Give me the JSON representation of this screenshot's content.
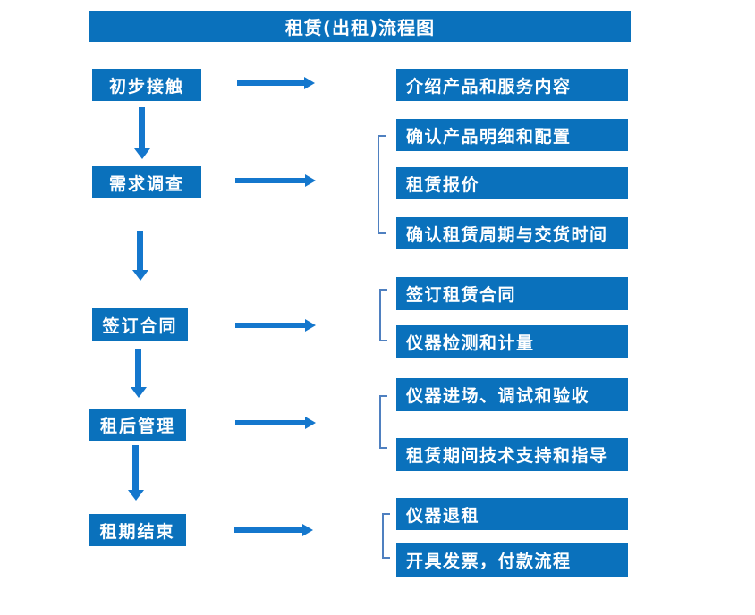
{
  "title": "租赁(出租)流程图",
  "colors": {
    "box_blue": "#0a71bc",
    "arrow_blue": "#1477cd",
    "bracket_blue": "#4f80c0",
    "text": "#ffffff",
    "background": "#ffffff"
  },
  "steps": [
    {
      "label": "初步接触",
      "details": [
        "介绍产品和服务内容"
      ]
    },
    {
      "label": "需求调查",
      "details": [
        "确认产品明细和配置",
        "租赁报价",
        "确认租赁周期与交货时间"
      ]
    },
    {
      "label": "签订合同",
      "details": [
        "签订租赁合同",
        "仪器检测和计量"
      ]
    },
    {
      "label": "租后管理",
      "details": [
        "仪器进场、调试和验收",
        "租赁期间技术支持和指导"
      ]
    },
    {
      "label": "租期结束",
      "details": [
        "仪器退租",
        "开具发票，付款流程"
      ]
    }
  ]
}
